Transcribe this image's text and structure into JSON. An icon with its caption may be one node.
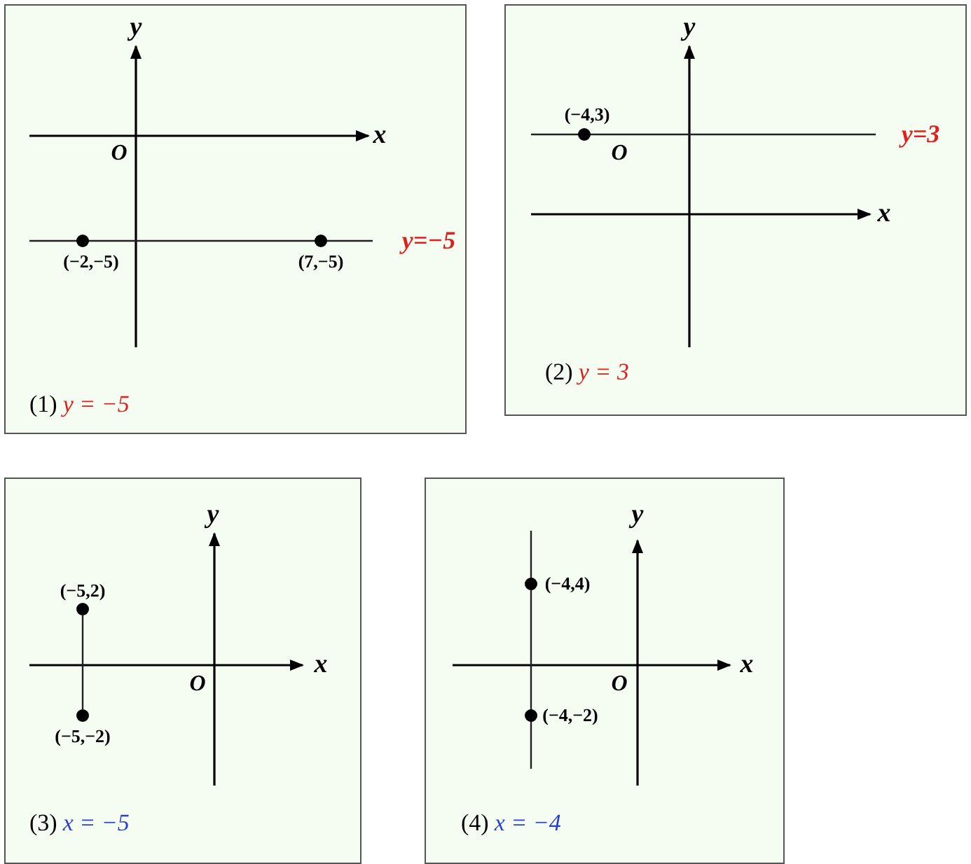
{
  "diagram": {
    "nodes": [
      {
        "text": [
          "(1)",
          "y = −5"
        ]
      },
      {
        "text": [],
        "shape": "circle",
        "in": 0,
        "beside": [
          "(−2,−5)"
        ]
      },
      {
        "text": [],
        "shape": "circle",
        "in": 0,
        "beside": [
          "(7,−5)"
        ]
      },
      {
        "text": [
          "(2)",
          "y = 3"
        ]
      },
      {
        "text": [],
        "shape": "circle",
        "in": 3,
        "beside": [
          "(−4,3)"
        ]
      },
      {
        "text": [
          "(3)",
          "x = −5"
        ]
      },
      {
        "text": [],
        "shape": "circle",
        "in": 5,
        "beside": [
          "(−5,2)"
        ]
      },
      {
        "text": [],
        "shape": "circle",
        "in": 5,
        "beside": [
          "(−5,−2)"
        ]
      },
      {
        "text": [
          "(4)",
          "x = −4"
        ]
      },
      {
        "text": [],
        "shape": "circle",
        "in": 8,
        "beside": [
          "(−4,4)"
        ]
      },
      {
        "text": [],
        "shape": "circle",
        "in": 8,
        "beside": [
          "(−4,−2)"
        ]
      }
    ],
    "edges": [
      {
        "from": 6,
        "to": 7,
        "arrow": "none"
      }
    ],
    "labels": [
      "y",
      "x",
      "O",
      "y=−5",
      "y",
      "y=3",
      "O",
      "x",
      "y",
      "x",
      "O",
      "y",
      "x",
      "O"
    ]
  }
}
